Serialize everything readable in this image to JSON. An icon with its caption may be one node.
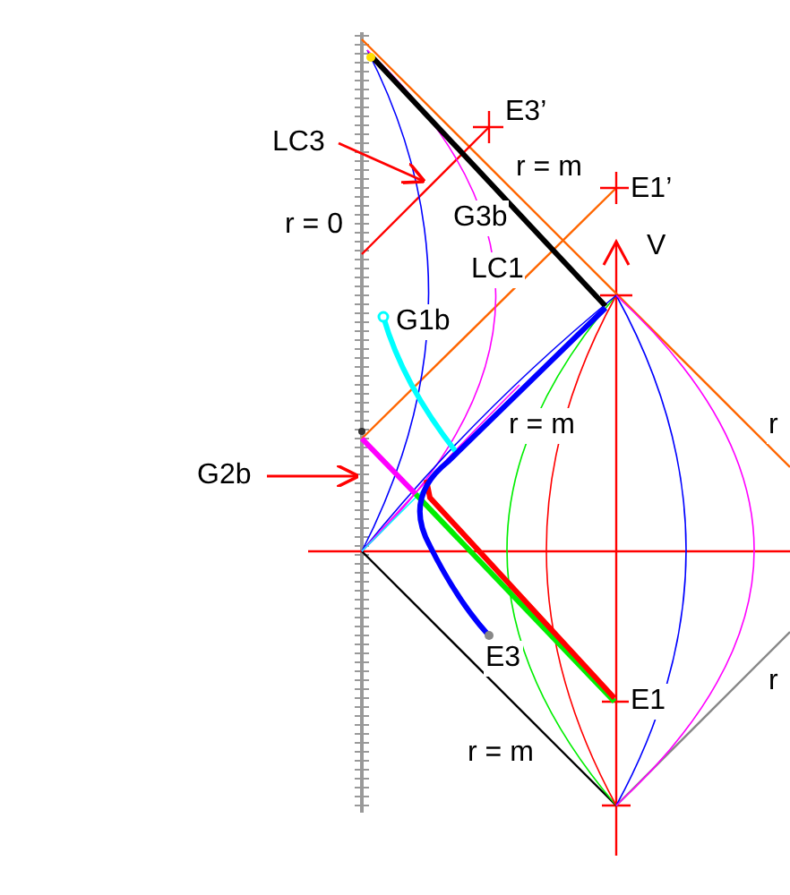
{
  "diagram": {
    "nodes": [
      {
        "text": [
          "LC3"
        ]
      },
      {
        "text": [
          "G2b"
        ]
      }
    ],
    "edges": [
      {
        "from": 0,
        "to": null,
        "arrow": "to"
      },
      {
        "from": 1,
        "to": null,
        "arrow": "to"
      }
    ],
    "labels": [
      "E3’",
      "r = m",
      "r = 0",
      "G3b",
      "LC1",
      "E1’",
      "V",
      "G1b",
      "r = m",
      "r",
      "E3",
      "E1",
      "r",
      "r = m"
    ]
  }
}
